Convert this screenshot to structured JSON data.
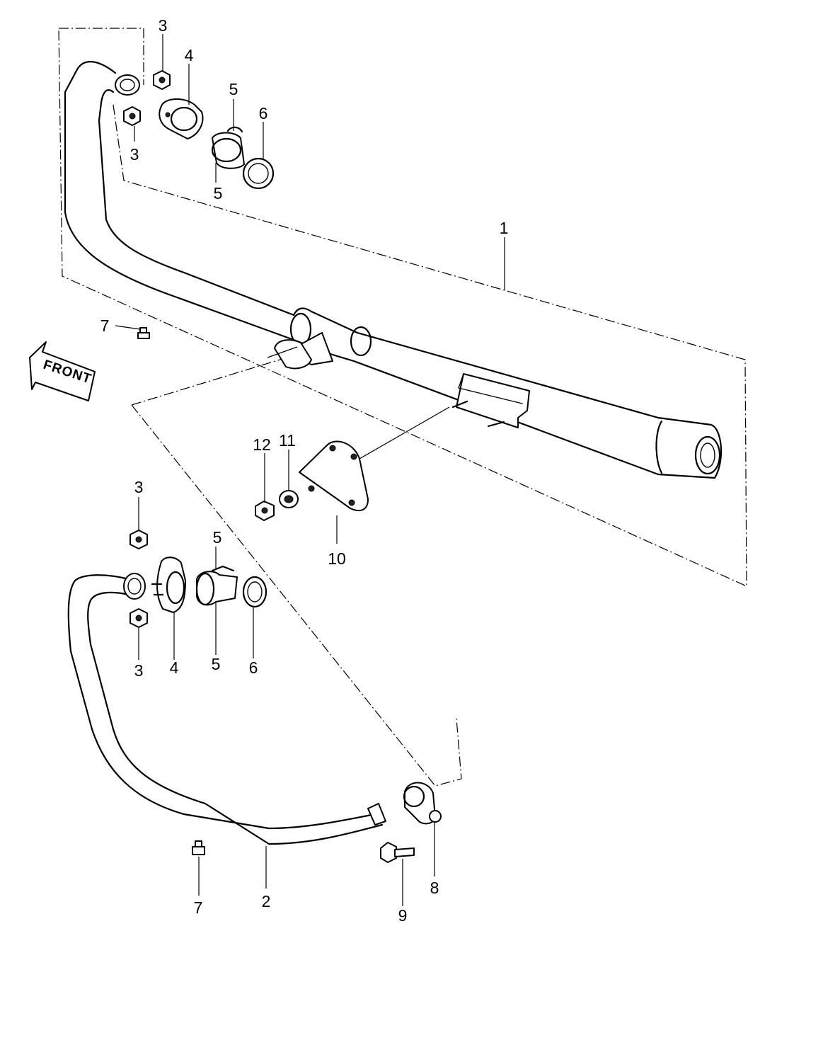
{
  "front_label": "FRONT",
  "callouts": {
    "c1": "1",
    "c2": "2",
    "c3a": "3",
    "c3b": "3",
    "c3c": "3",
    "c3d": "3",
    "c4a": "4",
    "c4b": "4",
    "c5a": "5",
    "c5b": "5",
    "c5c": "5",
    "c5d": "5",
    "c6a": "6",
    "c6b": "6",
    "c7a": "7",
    "c7b": "7",
    "c8": "8",
    "c9": "9",
    "c10": "10",
    "c11": "11",
    "c12": "12"
  }
}
